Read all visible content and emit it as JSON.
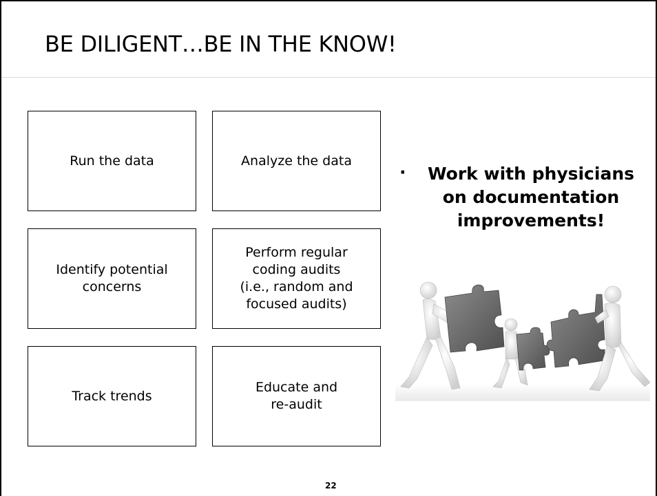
{
  "slide": {
    "title": "BE DILIGENT…BE IN THE KNOW!",
    "boxes": [
      {
        "lines": [
          "Run the data"
        ]
      },
      {
        "lines": [
          "Analyze the data"
        ]
      },
      {
        "lines": [
          "Identify potential",
          "concerns"
        ]
      },
      {
        "lines": [
          "Perform regular",
          "coding audits",
          "(i.e., random and",
          "focused audits)"
        ]
      },
      {
        "lines": [
          "Track trends"
        ]
      },
      {
        "lines": [
          "Educate and",
          "re-audit"
        ]
      }
    ],
    "bullet": {
      "marker": "·",
      "lines": [
        "Work with physicians",
        "on documentation",
        "improvements!"
      ]
    },
    "image_subject": "people-assembling-puzzle",
    "page_number": "22"
  }
}
